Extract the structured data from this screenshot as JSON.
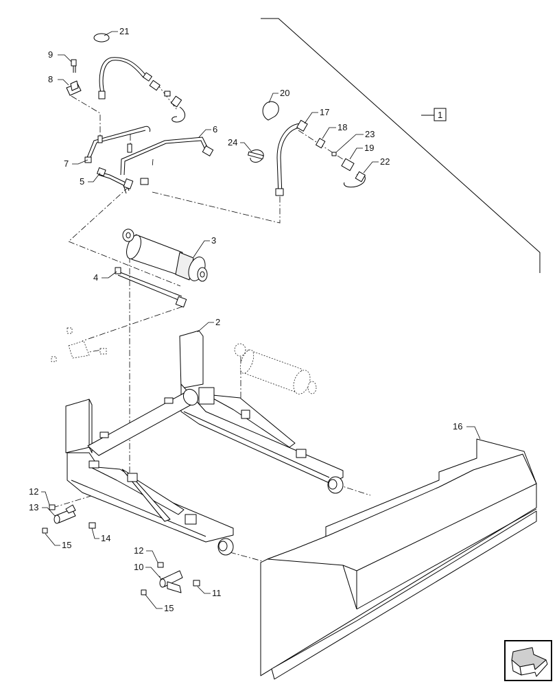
{
  "callouts": [
    {
      "id": "c21",
      "text": "21"
    },
    {
      "id": "c9",
      "text": "9"
    },
    {
      "id": "c8",
      "text": "8"
    },
    {
      "id": "c20",
      "text": "20"
    },
    {
      "id": "c17",
      "text": "17"
    },
    {
      "id": "c18",
      "text": "18"
    },
    {
      "id": "c23",
      "text": "23"
    },
    {
      "id": "c19",
      "text": "19"
    },
    {
      "id": "c22",
      "text": "22"
    },
    {
      "id": "c24",
      "text": "24"
    },
    {
      "id": "c6",
      "text": "6"
    },
    {
      "id": "c7",
      "text": "7"
    },
    {
      "id": "c5",
      "text": "5"
    },
    {
      "id": "c3",
      "text": "3"
    },
    {
      "id": "c4",
      "text": "4"
    },
    {
      "id": "c2",
      "text": "2"
    },
    {
      "id": "c16",
      "text": "16"
    },
    {
      "id": "c12a",
      "text": "12"
    },
    {
      "id": "c13",
      "text": "13"
    },
    {
      "id": "c14",
      "text": "14"
    },
    {
      "id": "c15a",
      "text": "15"
    },
    {
      "id": "c12b",
      "text": "12"
    },
    {
      "id": "c10",
      "text": "10"
    },
    {
      "id": "c11",
      "text": "11"
    },
    {
      "id": "c15b",
      "text": "15"
    }
  ],
  "assembly_box": {
    "text": "1"
  },
  "nav_icon": {
    "name": "next-page-arrow-icon"
  }
}
